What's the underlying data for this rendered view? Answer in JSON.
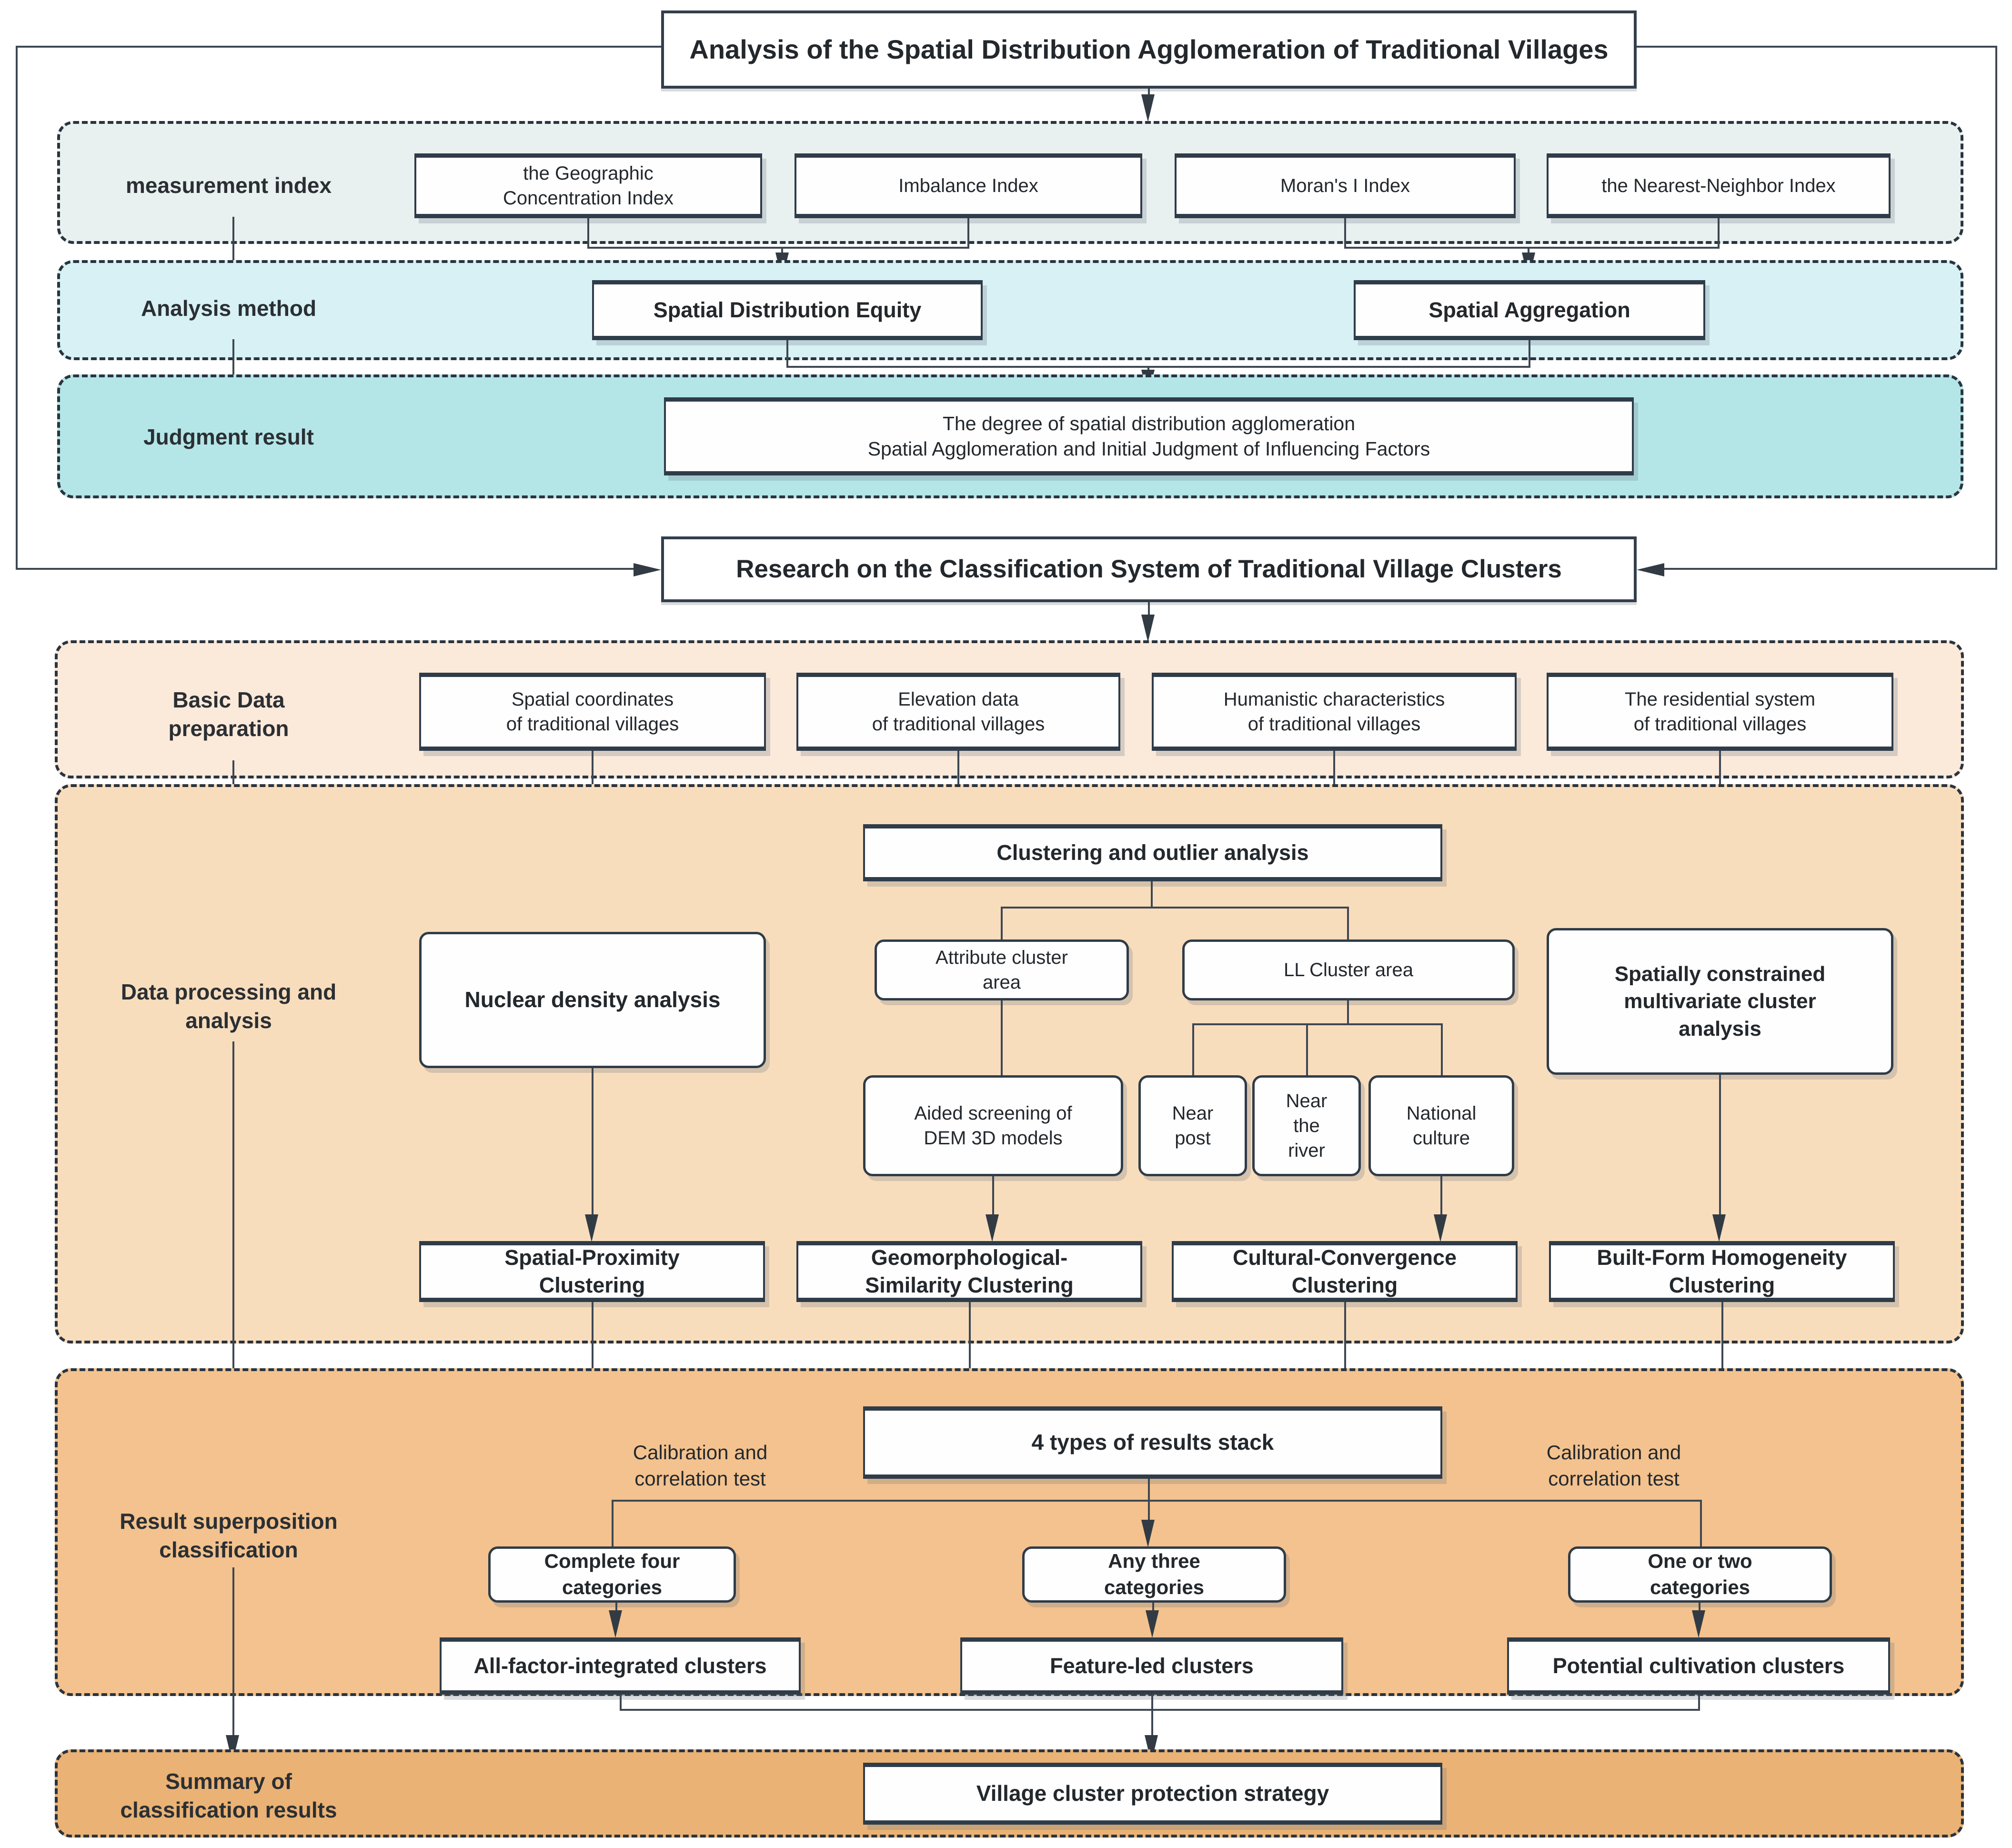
{
  "section_top": {
    "title": "Analysis of the Spatial Distribution Agglomeration of Traditional Villages",
    "measurement": {
      "label": "measurement index",
      "geo": "the Geographic\nConcentration Index",
      "imbalance": "Imbalance Index",
      "moran": "Moran's I Index",
      "nearest": "the  Nearest-Neighbor Index"
    },
    "method": {
      "label": "Analysis method",
      "equity": "Spatial Distribution Equity",
      "aggregation": "Spatial Aggregation"
    },
    "judgment": {
      "label": "Judgment result",
      "text": "The degree of spatial distribution agglomeration\nSpatial Agglomeration and Initial Judgment of Influencing Factors"
    }
  },
  "section_bottom": {
    "title": "Research on the Classification System of Traditional Village Clusters",
    "basic": {
      "label": "Basic Data\npreparation",
      "coords": "Spatial coordinates\nof traditional villages",
      "elevation": "Elevation data\nof traditional villages",
      "humanistic": "Humanistic characteristics\nof traditional villages",
      "residential": "The residential system\nof traditional villages"
    },
    "processing": {
      "label": "Data processing and\nanalysis",
      "clustering_outlier": "Clustering and outlier analysis",
      "attribute": "Attribute cluster\narea",
      "ll": "LL Cluster area",
      "nuclear": "Nuclear density analysis",
      "spatially": "Spatially constrained\nmultivariate cluster\nanalysis",
      "aided": "Aided screening of\nDEM 3D models",
      "near_post": "Near\npost",
      "near_river": "Near\nthe\nriver",
      "national": "National\nculture",
      "spatial_proximity": "Spatial-Proximity\nClustering",
      "geomorph": "Geomorphological-\nSimilarity Clustering",
      "cultural": "Cultural-Convergence\nClustering",
      "built_form": "Built-Form Homogeneity\nClustering"
    },
    "superposition": {
      "label": "Result superposition\nclassification",
      "stack": "4 types of results stack",
      "calibration_left": "Calibration and\ncorrelation test",
      "calibration_right": "Calibration and\ncorrelation test",
      "complete": "Complete four\ncategories",
      "any_three": "Any three\ncategories",
      "one_two": "One or two\ncategories",
      "all_factor": "All-factor-integrated clusters",
      "feature_led": "Feature-led clusters",
      "potential": "Potential cultivation clusters"
    },
    "summary": {
      "label": "Summary of\nclassification results",
      "strategy": "Village cluster protection strategy"
    }
  },
  "colors": {
    "band_measurement": "#e9f1f0",
    "band_method": "#d7f1f4",
    "band_judgment": "#b4e6e8",
    "band_basic": "#fbe9da",
    "band_processing": "#f8ddbd",
    "band_superposition": "#f3c28e",
    "band_summary": "#eab275",
    "box_border": "#2f3c49",
    "line": "#3d4752"
  }
}
